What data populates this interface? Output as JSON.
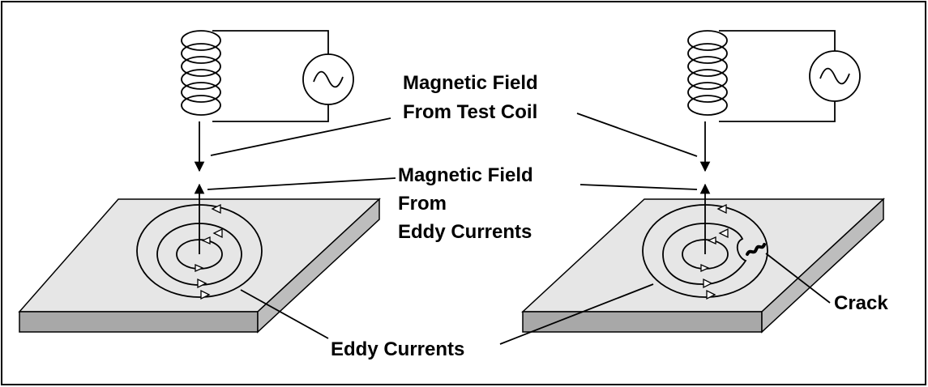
{
  "labels": {
    "field_test_coil_line1": "Magnetic Field",
    "field_test_coil_line2": "From Test Coil",
    "field_eddy_line1": "Magnetic Field",
    "field_eddy_line2": "From",
    "field_eddy_line3": "Eddy Currents",
    "eddy_currents": "Eddy Currents",
    "crack": "Crack"
  },
  "colors": {
    "plate_top": "#e6e6e6",
    "plate_side": "#bdbdbd",
    "plate_front": "#a8a8a8",
    "ink": "#000000"
  }
}
